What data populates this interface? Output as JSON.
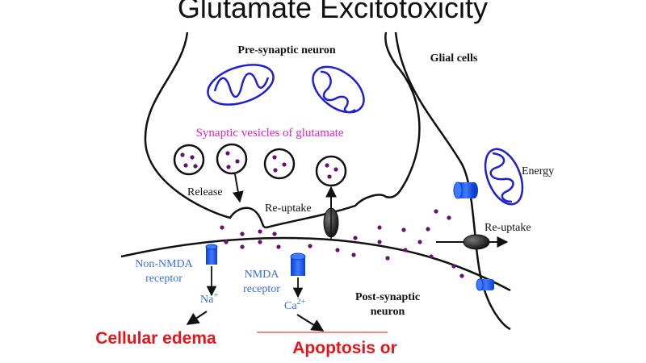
{
  "title": "Glutamate Excitotoxicity",
  "labels": {
    "pre_synaptic_neuron": "Pre-synaptic neuron",
    "glial_cells": "Glial cells",
    "synaptic_vesicles": "Synaptic vesicles of glutamate",
    "release": "Release",
    "re_uptake_neuron": "Re-uptake",
    "energy": "Energy",
    "re_uptake_glial": "Re-uptake",
    "non_nmda_receptor_line1": "Non-NMDA",
    "non_nmda_receptor_line2": "receptor",
    "nmda_receptor_line1": "NMDA",
    "nmda_receptor_line2": "receptor",
    "sodium_ion": "Na",
    "sodium_charge": "+",
    "calcium_ion": "Ca",
    "calcium_charge": "2+",
    "post_synaptic_line1": "Post-synaptic",
    "post_synaptic_line2": "neuron",
    "cellular_edema": "Cellular edema",
    "apoptosis": "Apoptosis or"
  },
  "colors": {
    "membrane": "#111111",
    "mitochondria": "#1f1fd6",
    "receptor": "#1e5bff",
    "glutamate_dot": "#6a1072",
    "vesicle_label": "#e020c8",
    "receptor_label": "#3a6fe0",
    "outcome_text": "#e8141a",
    "transporter": "#1a1a1a"
  }
}
